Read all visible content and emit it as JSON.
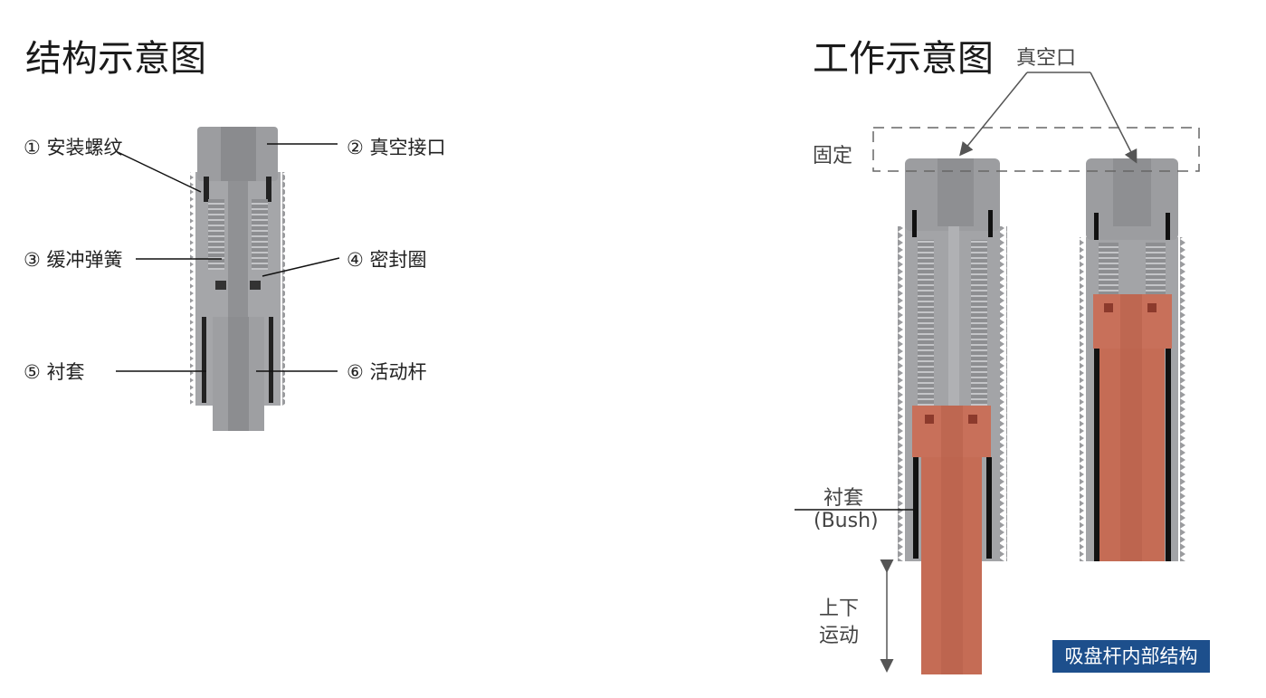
{
  "left": {
    "title": "结构示意图",
    "labels": [
      "① 安装螺纹",
      "② 真空接口",
      "③ 缓冲弹簧",
      "④ 密封圈",
      "⑤ 衬套",
      "⑥ 活动杆"
    ]
  },
  "right": {
    "title": "工作示意图",
    "vacuum_port": "真空口",
    "fixed": "固定",
    "bush_cn": "衬套",
    "bush_en": "(Bush)",
    "motion_line1": "上下",
    "motion_line2": "运动",
    "badge": "吸盘杆内部结构"
  },
  "colors": {
    "steel": "#9a9b9e",
    "copper": "#c8705a",
    "badge": "#1d4f8c"
  }
}
